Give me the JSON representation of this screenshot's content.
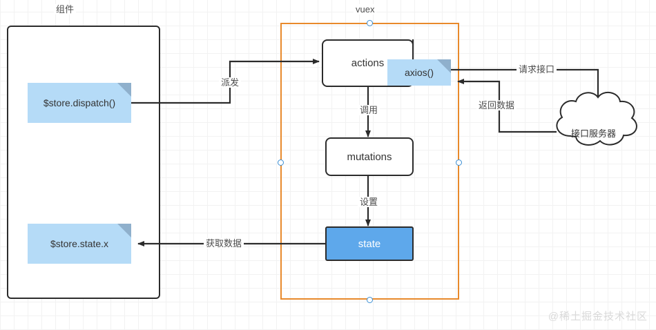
{
  "diagram": {
    "title_labels": {
      "component": "组件",
      "vuex": "vuex"
    },
    "nodes": {
      "actions": "actions",
      "mutations": "mutations",
      "state": "state",
      "axios_note": "axios()",
      "dispatch_note": "$store.dispatch()",
      "state_note": "$store.state.x",
      "server_cloud": "接口服务器"
    },
    "edge_labels": {
      "dispatch": "派发",
      "call": "调用",
      "set": "设置",
      "get_data": "获取数据",
      "request_api": "请求接口",
      "return_data": "返回数据"
    },
    "colors": {
      "vuex_border": "#e8892b",
      "node_border": "#2b2b2b",
      "note_fill": "#b5dbf7",
      "note_fold": "#8fb0cc",
      "state_fill": "#5ea8eb",
      "state_text": "#ffffff",
      "handle_border": "#3b8fd4",
      "grid_minor": "#f2f2f2",
      "grid_major": "#e6e6e6",
      "edge_stroke": "#2b2b2b"
    },
    "watermark": "@稀土掘金技术社区"
  }
}
